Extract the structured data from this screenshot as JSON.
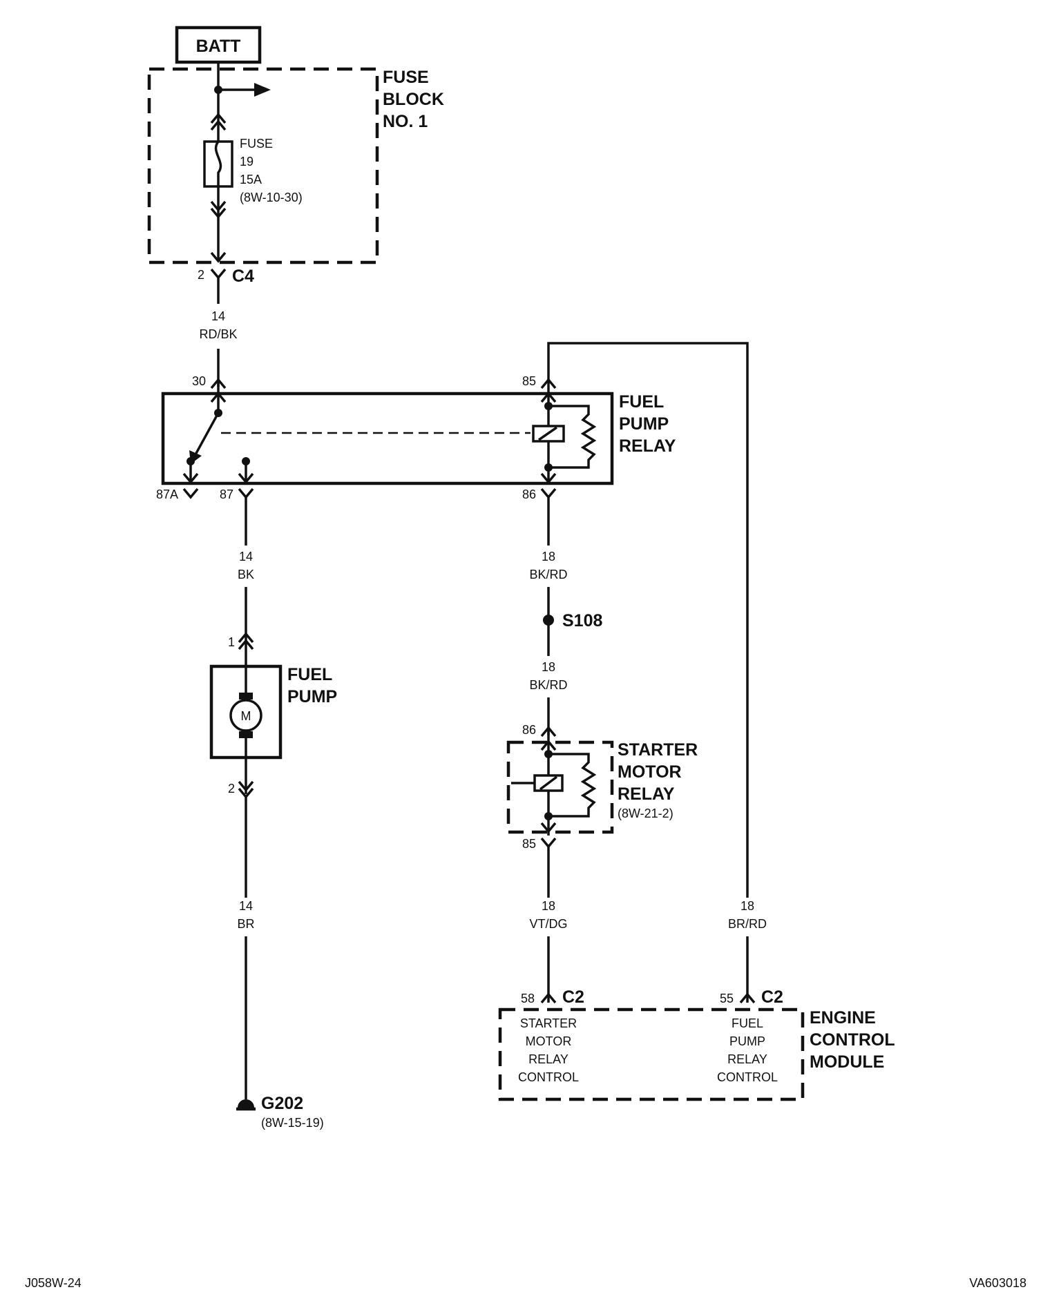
{
  "batt": "BATT",
  "fuse_block": {
    "line1": "FUSE",
    "line2": "BLOCK",
    "line3": "NO. 1"
  },
  "fuse": {
    "l1": "FUSE",
    "l2": "19",
    "l3": "15A",
    "l4": "(8W-10-30)"
  },
  "c4": {
    "pin": "2",
    "name": "C4"
  },
  "wire_rdbk": {
    "gauge": "14",
    "color": "RD/BK"
  },
  "fuel_pump_relay": {
    "line1": "FUEL",
    "line2": "PUMP",
    "line3": "RELAY",
    "pin30": "30",
    "pin85": "85",
    "pin86": "86",
    "pin87": "87",
    "pin87a": "87A"
  },
  "wire_bk": {
    "gauge": "14",
    "color": "BK"
  },
  "fuel_pump": {
    "line1": "FUEL",
    "line2": "PUMP",
    "pin1": "1",
    "pin2": "2",
    "motor": "M"
  },
  "wire_br": {
    "gauge": "14",
    "color": "BR"
  },
  "ground": {
    "name": "G202",
    "ref": "(8W-15-19)"
  },
  "wire_bkrd_1": {
    "gauge": "18",
    "color": "BK/RD"
  },
  "splice": {
    "name": "S108"
  },
  "wire_bkrd_2": {
    "gauge": "18",
    "color": "BK/RD"
  },
  "starter_relay": {
    "line1": "STARTER",
    "line2": "MOTOR",
    "line3": "RELAY",
    "ref": "(8W-21-2)",
    "pin86": "86",
    "pin85": "85"
  },
  "wire_vtdg": {
    "gauge": "18",
    "color": "VT/DG"
  },
  "wire_brrd": {
    "gauge": "18",
    "color": "BR/RD"
  },
  "ecm": {
    "line1": "ENGINE",
    "line2": "CONTROL",
    "line3": "MODULE",
    "pin58": "58",
    "c2a": "C2",
    "pin55": "55",
    "c2b": "C2",
    "smrc": {
      "l1": "STARTER",
      "l2": "MOTOR",
      "l3": "RELAY",
      "l4": "CONTROL"
    },
    "fprc": {
      "l1": "FUEL",
      "l2": "PUMP",
      "l3": "RELAY",
      "l4": "CONTROL"
    }
  },
  "footer_left": "J058W-24",
  "footer_right": "VA603018"
}
